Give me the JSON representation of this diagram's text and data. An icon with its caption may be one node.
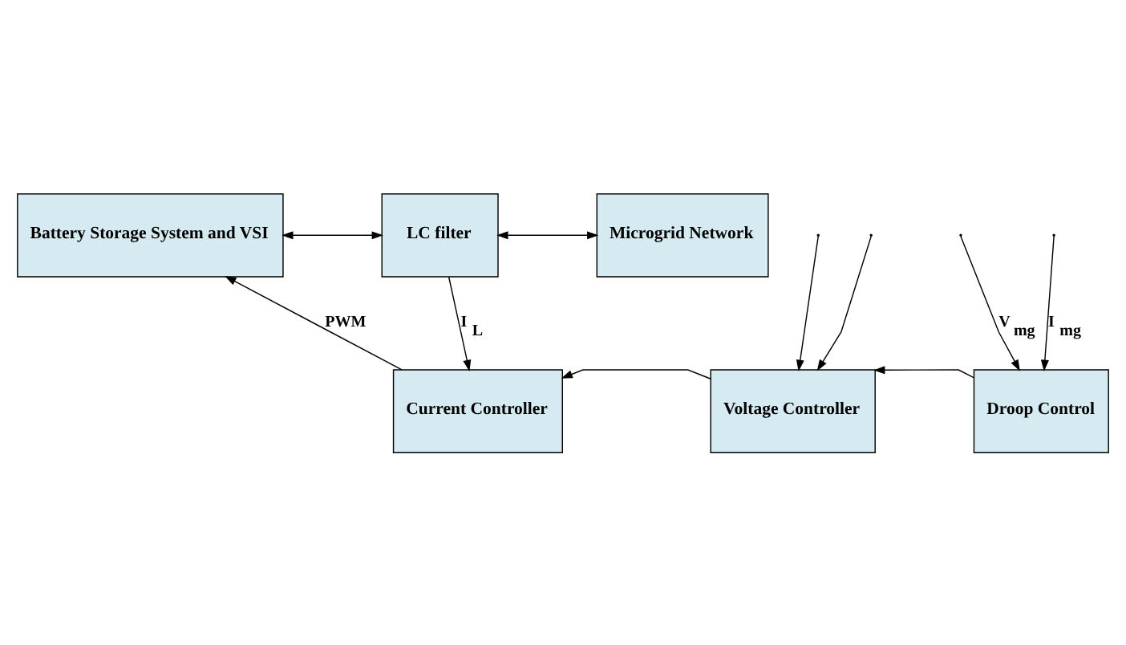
{
  "diagram": {
    "nodes": [
      {
        "text": [
          "Battery Storage System and VSI"
        ]
      },
      {
        "text": [
          "LC filter"
        ]
      },
      {
        "text": [
          "Microgrid Network"
        ]
      },
      {
        "text": [
          "Current Controller"
        ]
      },
      {
        "text": [
          "Voltage Controller"
        ]
      },
      {
        "text": [
          "Droop Control"
        ]
      }
    ],
    "edges": [
      {
        "from": 0,
        "to": 1,
        "arrow": "both"
      },
      {
        "from": 1,
        "to": 2,
        "arrow": "both"
      },
      {
        "from": 1,
        "to": 3,
        "arrow": "to",
        "label": "I$_{L}$"
      },
      {
        "from": 3,
        "to": 0,
        "arrow": "to",
        "label": "PWM"
      },
      {
        "from": 4,
        "to": 3,
        "arrow": "to"
      },
      {
        "from": 5,
        "to": 4,
        "arrow": "to"
      },
      {
        "from": null,
        "to": 5,
        "arrow": "to",
        "label": "V$_{mg}$"
      },
      {
        "from": null,
        "to": 4,
        "arrow": "to"
      },
      {
        "from": null,
        "to": 5,
        "arrow": "to",
        "label": "I$_{mg}$"
      },
      {
        "from": null,
        "to": 4,
        "arrow": "to"
      }
    ]
  }
}
